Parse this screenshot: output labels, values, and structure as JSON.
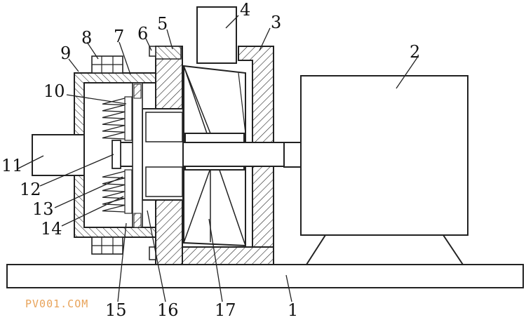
{
  "diagram": {
    "labels": {
      "base": "1",
      "motor": "2",
      "fan_housing": "3",
      "outlet_pipe": "4",
      "flange_plate": "5",
      "flange_bolt": "6",
      "filter_cover": "7",
      "cover_bolt": "8",
      "filter_box": "9",
      "filter_screen_upper": "10",
      "inlet_pipe": "11",
      "shaft_end": "12",
      "brush_lower": "13",
      "filter_screen_lower": "14",
      "mesh_frame": "15",
      "rotating_disc": "16",
      "impeller": "17"
    },
    "watermark": "PV001.COM"
  }
}
